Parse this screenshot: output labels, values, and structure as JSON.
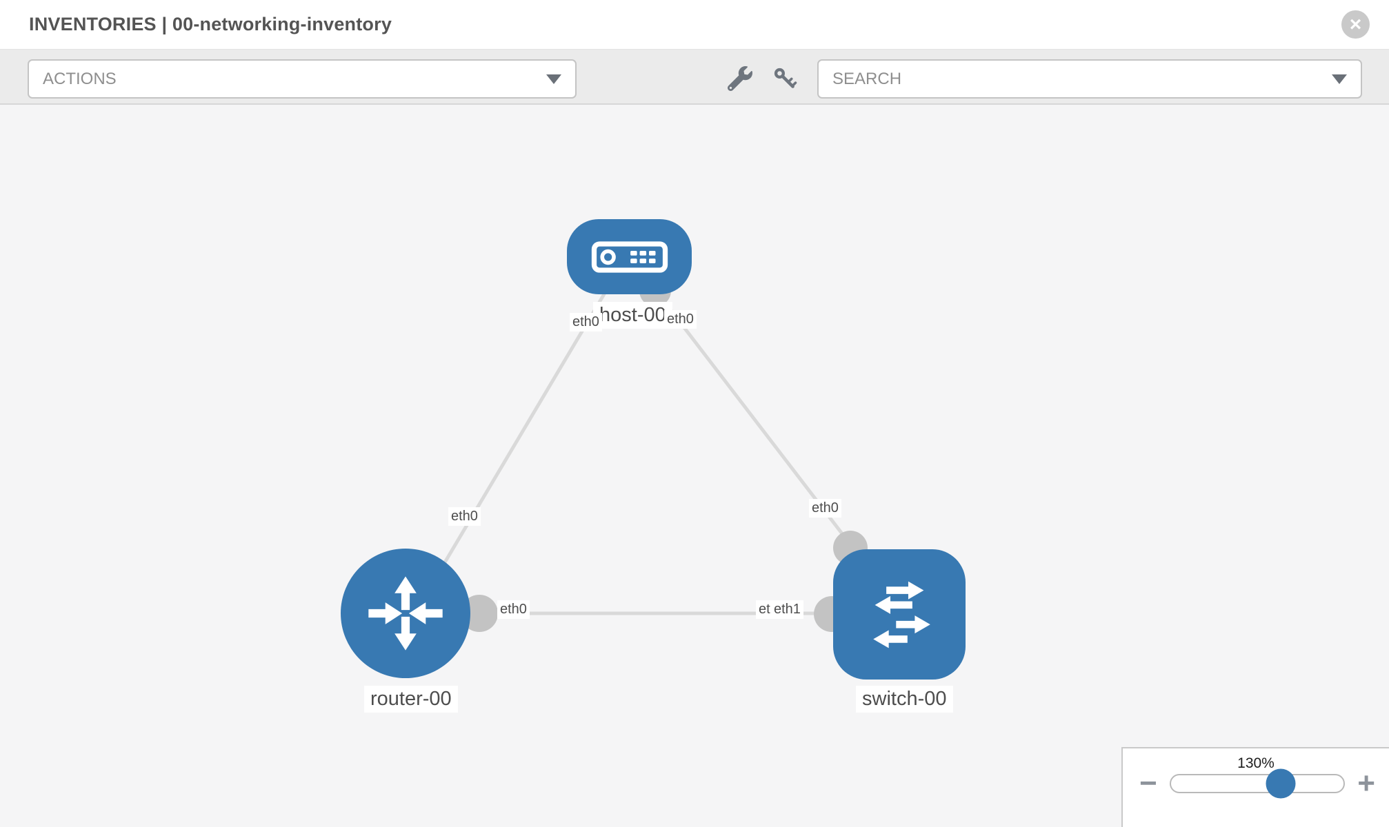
{
  "header": {
    "title": "INVENTORIES | 00-networking-inventory",
    "close": "×"
  },
  "toolbar": {
    "actions": {
      "label": "ACTIONS"
    },
    "search": {
      "placeholder": "SEARCH"
    },
    "tools": [
      {
        "name": "wrench"
      },
      {
        "name": "key"
      }
    ]
  },
  "topology": {
    "nodes": [
      {
        "id": "host-00",
        "type": "host",
        "label": "host-00"
      },
      {
        "id": "router-00",
        "type": "router",
        "label": "router-00"
      },
      {
        "id": "switch-00",
        "type": "switch",
        "label": "switch-00"
      }
    ],
    "links": [
      {
        "source": "host-00",
        "source_iface": "eth0",
        "target": "router-00",
        "target_iface": "eth0"
      },
      {
        "source": "host-00",
        "source_iface": "eth0",
        "target": "switch-00",
        "target_iface": "eth0"
      },
      {
        "source": "router-00",
        "source_iface": "eth0",
        "target": "switch-00",
        "target_iface": "eth1"
      }
    ],
    "iface_labels": {
      "switch_at_router_link_under": "eth0"
    }
  },
  "zoom_control": {
    "value": "130%",
    "minus": "−",
    "plus": "+"
  },
  "colors": {
    "node_blue": "#3879b2",
    "link_gray": "#d9d9d9",
    "iface_gray": "#c3c3c3",
    "icon_gray": "#6e757e"
  }
}
